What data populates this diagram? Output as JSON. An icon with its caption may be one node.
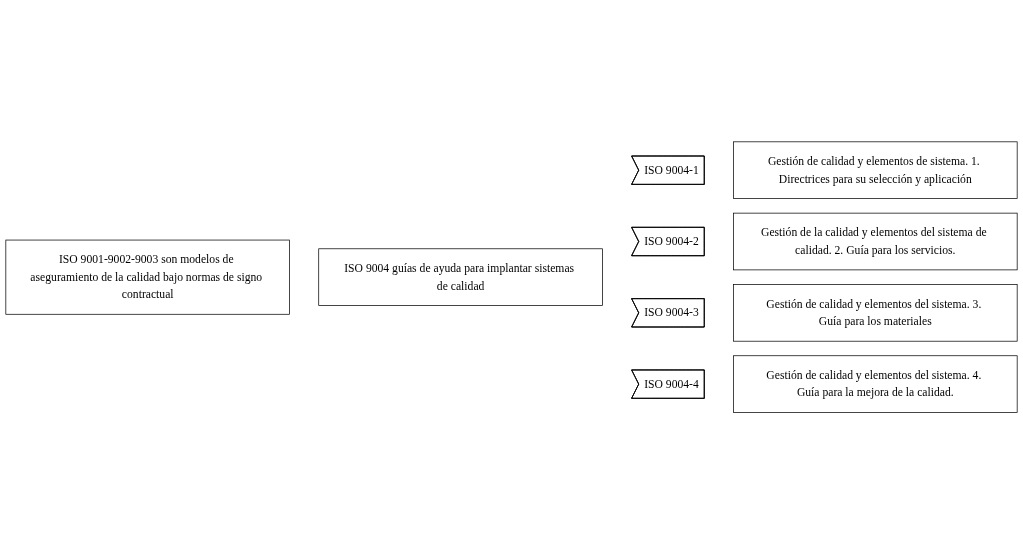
{
  "diagram": {
    "nodes": [
      {
        "text": [
          "ISO 9001-9002-9003 son modelos de aseguramiento de la calidad bajo normas de signo contractual"
        ]
      },
      {
        "text": [
          "ISO 9004 guías de ayuda para implantar sistemas de calidad"
        ]
      },
      {
        "text": [
          "ISO 9004-1"
        ]
      },
      {
        "text": [
          "Gestión de calidad y elementos de sistema. 1. Directrices para su selección y aplicación"
        ]
      },
      {
        "text": [
          "ISO 9004-2"
        ]
      },
      {
        "text": [
          "Gestión de la calidad y elementos del sistema de calidad. 2. Guía para los servicios."
        ]
      },
      {
        "text": [
          "ISO 9004-3"
        ]
      },
      {
        "text": [
          "Gestión de calidad y elementos del sistema. 3. Guía para los materiales"
        ]
      },
      {
        "text": [
          "ISO 9004-4"
        ]
      },
      {
        "text": [
          "Gestión de calidad y elementos del sistema. 4. Guía para la mejora de la calidad."
        ]
      }
    ]
  }
}
